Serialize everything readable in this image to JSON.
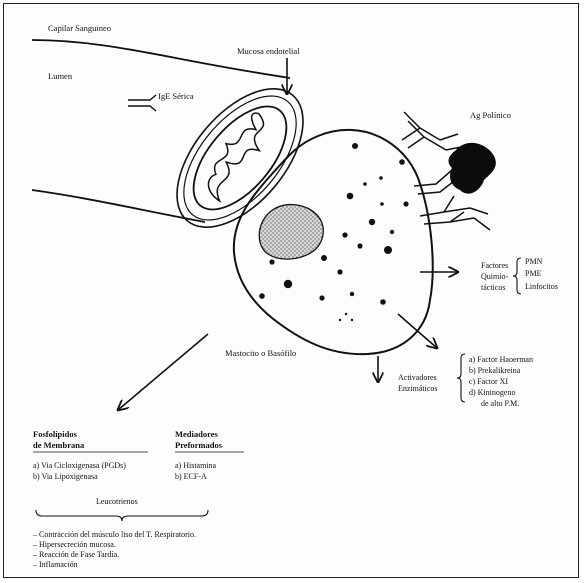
{
  "labels": {
    "capillary": "Capilar Sanguineo",
    "lumen": "Lumen",
    "endothelium": "Mucosa endotelial",
    "ige": "IgE Sérica",
    "pollen": "Ag Polínico",
    "mastocyte": "Mastocito o Basófilo"
  },
  "chemotactic": {
    "title_lines": [
      "Factores",
      "Quimio-",
      "tácticos"
    ],
    "items": [
      "PMN",
      "PME",
      "Linfocitos"
    ]
  },
  "enzymatic": {
    "title_lines": [
      "Activadores",
      "Enzimáticos"
    ],
    "items": [
      "a) Factor Haoerman",
      "b) Prekalikreina",
      "c) Factor XI",
      "d) Kininogeno",
      "de alto P.M."
    ]
  },
  "phospholipids": {
    "title_lines": [
      "Fosfolípidos",
      "de Membrana"
    ],
    "items": [
      "a) Via Cicloxigenasa (PGDs)",
      "b) Via Lipoxigenasa"
    ]
  },
  "preformed": {
    "title_lines": [
      "Mediadores",
      "Preformados"
    ],
    "items": [
      "a) Histamina",
      "b) ECF-A"
    ]
  },
  "leukotrienes": {
    "title": "Leucotrienos",
    "effects": [
      "– Contracción del músculo liso del T. Respiratorio.",
      "– Hipersecreción mucosa.",
      "– Reacción de Fase Tardía.",
      "– Inflamación"
    ]
  }
}
